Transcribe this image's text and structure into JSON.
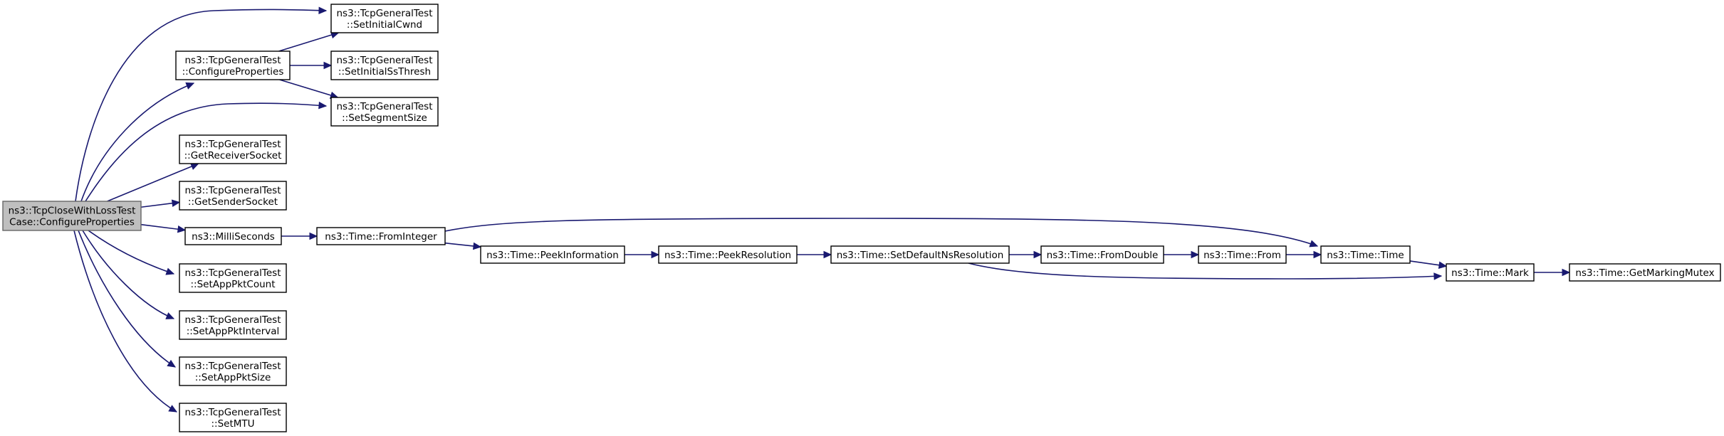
{
  "diagram": {
    "nodes": [
      {
        "id": "root",
        "lines": [
          "ns3::TcpCloseWithLossTest",
          "Case::ConfigureProperties"
        ],
        "highlight": true
      },
      {
        "id": "setInitialCwnd",
        "lines": [
          "ns3::TcpGeneralTest",
          "::SetInitialCwnd"
        ]
      },
      {
        "id": "configureProps",
        "lines": [
          "ns3::TcpGeneralTest",
          "::ConfigureProperties"
        ]
      },
      {
        "id": "setInitialSsThresh",
        "lines": [
          "ns3::TcpGeneralTest",
          "::SetInitialSsThresh"
        ]
      },
      {
        "id": "setSegmentSize",
        "lines": [
          "ns3::TcpGeneralTest",
          "::SetSegmentSize"
        ]
      },
      {
        "id": "getReceiverSocket",
        "lines": [
          "ns3::TcpGeneralTest",
          "::GetReceiverSocket"
        ]
      },
      {
        "id": "getSenderSocket",
        "lines": [
          "ns3::TcpGeneralTest",
          "::GetSenderSocket"
        ]
      },
      {
        "id": "milliSeconds",
        "lines": [
          "ns3::MilliSeconds"
        ]
      },
      {
        "id": "setAppPktCount",
        "lines": [
          "ns3::TcpGeneralTest",
          "::SetAppPktCount"
        ]
      },
      {
        "id": "setAppPktInterval",
        "lines": [
          "ns3::TcpGeneralTest",
          "::SetAppPktInterval"
        ]
      },
      {
        "id": "setAppPktSize",
        "lines": [
          "ns3::TcpGeneralTest",
          "::SetAppPktSize"
        ]
      },
      {
        "id": "setMTU",
        "lines": [
          "ns3::TcpGeneralTest",
          "::SetMTU"
        ]
      },
      {
        "id": "fromInteger",
        "lines": [
          "ns3::Time::FromInteger"
        ]
      },
      {
        "id": "peekInformation",
        "lines": [
          "ns3::Time::PeekInformation"
        ]
      },
      {
        "id": "peekResolution",
        "lines": [
          "ns3::Time::PeekResolution"
        ]
      },
      {
        "id": "setDefaultNsResolution",
        "lines": [
          "ns3::Time::SetDefaultNsResolution"
        ]
      },
      {
        "id": "fromDouble",
        "lines": [
          "ns3::Time::FromDouble"
        ]
      },
      {
        "id": "from",
        "lines": [
          "ns3::Time::From"
        ]
      },
      {
        "id": "time",
        "lines": [
          "ns3::Time::Time"
        ]
      },
      {
        "id": "mark",
        "lines": [
          "ns3::Time::Mark"
        ]
      },
      {
        "id": "getMarkingMutex",
        "lines": [
          "ns3::Time::GetMarkingMutex"
        ]
      }
    ],
    "edges": [
      {
        "from": "root",
        "to": "setInitialCwnd"
      },
      {
        "from": "root",
        "to": "configureProps"
      },
      {
        "from": "root",
        "to": "setSegmentSize"
      },
      {
        "from": "root",
        "to": "getReceiverSocket"
      },
      {
        "from": "root",
        "to": "getSenderSocket"
      },
      {
        "from": "root",
        "to": "milliSeconds"
      },
      {
        "from": "root",
        "to": "setAppPktCount"
      },
      {
        "from": "root",
        "to": "setAppPktInterval"
      },
      {
        "from": "root",
        "to": "setAppPktSize"
      },
      {
        "from": "root",
        "to": "setMTU"
      },
      {
        "from": "configureProps",
        "to": "setInitialCwnd"
      },
      {
        "from": "configureProps",
        "to": "setInitialSsThresh"
      },
      {
        "from": "configureProps",
        "to": "setSegmentSize"
      },
      {
        "from": "milliSeconds",
        "to": "fromInteger"
      },
      {
        "from": "fromInteger",
        "to": "peekInformation"
      },
      {
        "from": "fromInteger",
        "to": "time"
      },
      {
        "from": "peekInformation",
        "to": "peekResolution"
      },
      {
        "from": "peekResolution",
        "to": "setDefaultNsResolution"
      },
      {
        "from": "setDefaultNsResolution",
        "to": "fromDouble"
      },
      {
        "from": "setDefaultNsResolution",
        "to": "mark"
      },
      {
        "from": "fromDouble",
        "to": "from"
      },
      {
        "from": "from",
        "to": "time"
      },
      {
        "from": "time",
        "to": "mark"
      },
      {
        "from": "mark",
        "to": "getMarkingMutex"
      }
    ]
  }
}
